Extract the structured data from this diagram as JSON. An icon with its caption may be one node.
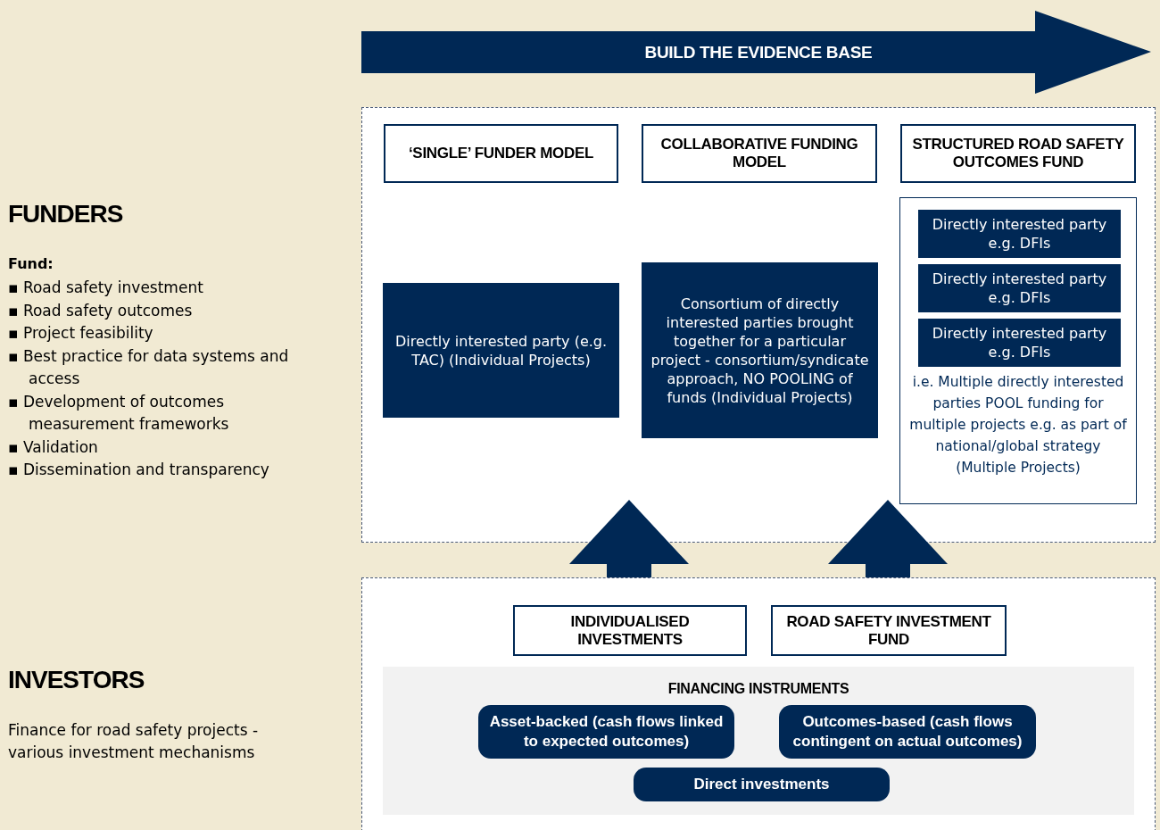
{
  "diagram": {
    "nodes": [
      {
        "text": [
          "BUILD THE EVIDENCE BASE"
        ]
      },
      {
        "text": [],
        "shape": "box"
      },
      {
        "text": [
          "‘SINGLE’ FUNDER MODEL"
        ],
        "in": 1
      },
      {
        "text": [
          "COLLABORATIVE FUNDING MODEL"
        ],
        "in": 1
      },
      {
        "text": [
          "STRUCTURED ROAD SAFETY OUTCOMES FUND"
        ],
        "in": 1
      },
      {
        "text": [
          "Directly interested party (e.g. TAC) (Individual Projects)"
        ],
        "in": 1
      },
      {
        "text": [
          "Consortium of directly interested parties brought together for a particular project - consortium/syndicate approach, NO POOLING of funds (Individual Projects)"
        ],
        "in": 1
      },
      {
        "text": [
          "i.e. Multiple directly interested parties POOL funding for multiple projects e.g. as part of national/global strategy (Multiple Projects)"
        ],
        "in": 1
      },
      {
        "text": [
          "Directly interested party e.g. DFIs"
        ],
        "in": 7
      },
      {
        "text": [
          "Directly interested party e.g. DFIs"
        ],
        "in": 7
      },
      {
        "text": [
          "Directly interested party e.g. DFIs"
        ],
        "in": 7
      },
      {
        "text": [],
        "shape": "box"
      },
      {
        "text": [
          "INDIVIDUALISED INVESTMENTS"
        ],
        "in": 11
      },
      {
        "text": [
          "ROAD SAFETY INVESTMENT FUND"
        ],
        "in": 11
      },
      {
        "text": [
          "FINANCING INSTRUMENTS"
        ],
        "in": 11
      },
      {
        "text": [
          "Asset-backed (cash flows linked to expected outcomes)"
        ],
        "in": 14
      },
      {
        "text": [
          "Outcomes-based (cash flows contingent on actual outcomes)"
        ],
        "in": 14
      },
      {
        "text": [
          "Direct investments"
        ],
        "in": 14
      }
    ],
    "edges": [
      {
        "from": 11,
        "to": 1,
        "arrow": "to",
        "style": "thick"
      },
      {
        "from": 11,
        "to": 1,
        "arrow": "to",
        "style": "thick"
      }
    ],
    "labels": [
      "FUNDERS",
      "Fund:",
      "▪ Road safety investment",
      "▪ Road safety outcomes",
      "▪ Project feasibility",
      "▪ Best practice for data systems and access",
      "▪ Development of outcomes measurement frameworks",
      "▪ Validation",
      "▪ Dissemination and transparency",
      "INVESTORS",
      "Finance for road safety projects - various investment mechanisms"
    ]
  }
}
